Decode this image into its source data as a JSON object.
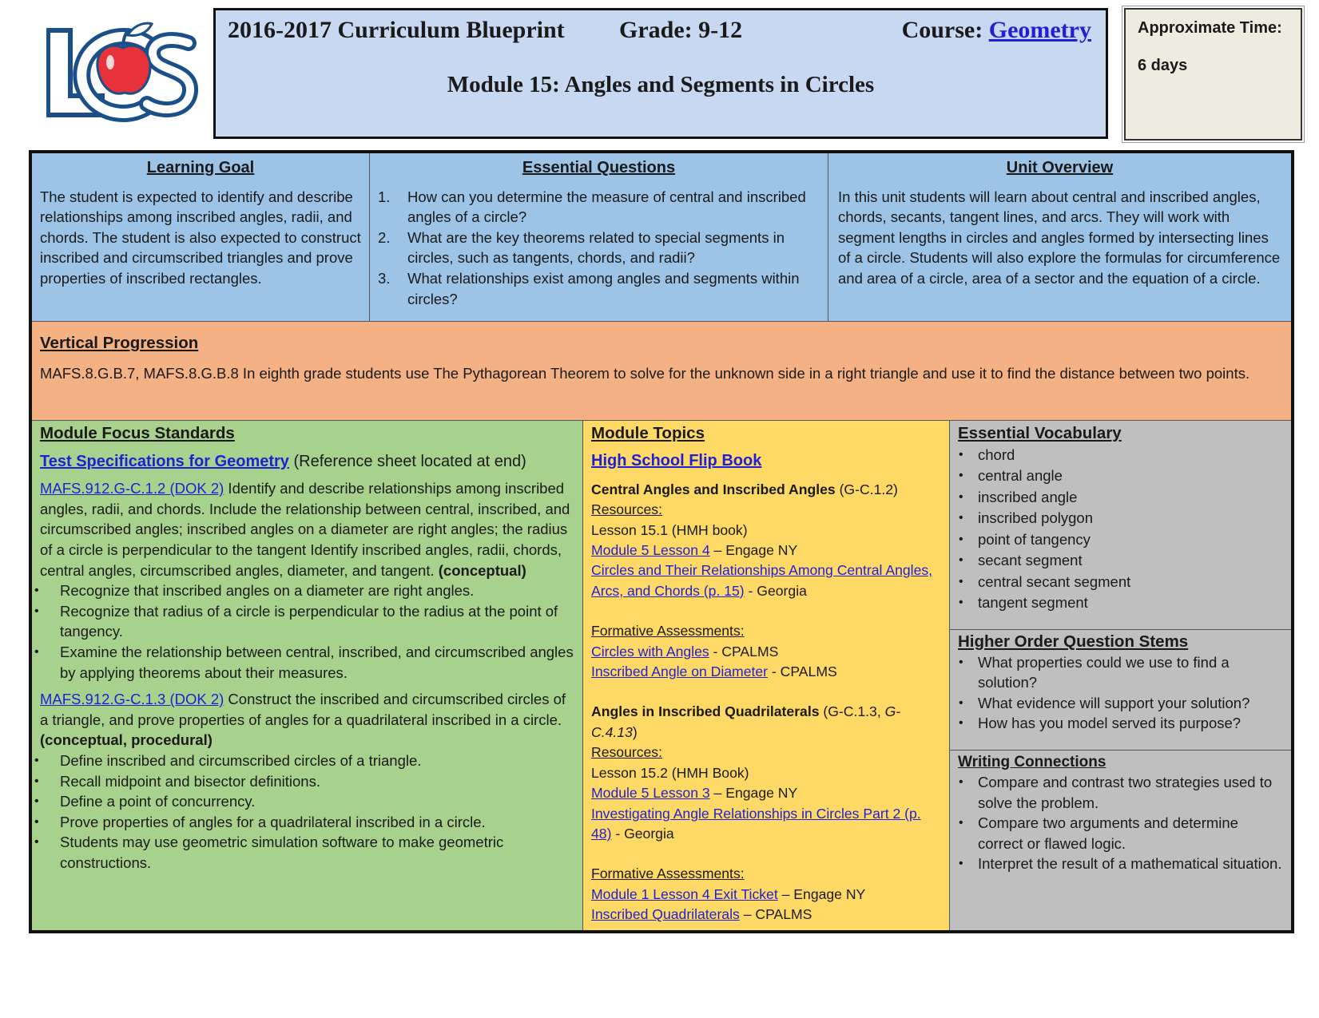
{
  "colors": {
    "header_bg": "#c6d9f1",
    "time_bg": "#eeece1",
    "top_row_bg": "#9dc3e6",
    "vertical_bg": "#f4b183",
    "focus_bg": "#a9d18e",
    "topics_bg": "#ffd966",
    "vocab_bg": "#bfbfbf",
    "link": "#1f1fd6",
    "logo_blue": "#1b4f8a",
    "apple_red": "#e8323a"
  },
  "header": {
    "title": "2016-2017 Curriculum Blueprint",
    "grade": "Grade: 9-12",
    "course_label": "Course:",
    "course_link": "Geometry",
    "module": "Module 15: Angles and Segments in Circles"
  },
  "time": {
    "label": "Approximate Time:",
    "value": "6 days"
  },
  "learning_goal": {
    "title": "Learning Goal",
    "text": "The student is expected to identify and describe relationships among inscribed angles, radii, and chords. The student is also expected to construct inscribed and circumscribed triangles and prove properties of inscribed rectangles."
  },
  "essential_questions": {
    "title": "Essential Questions",
    "items": [
      {
        "num": "1.",
        "text": "How can you determine the measure of central and inscribed angles of a circle?"
      },
      {
        "num": "2.",
        "text": "What are the key theorems related to special segments in circles, such as tangents, chords, and radii?"
      },
      {
        "num": "3.",
        "text": "What relationships exist among angles and segments within circles?"
      }
    ]
  },
  "unit_overview": {
    "title": "Unit Overview",
    "text": "In this unit students will learn about central and inscribed angles, chords, secants, tangent lines, and arcs. They will work with segment lengths in circles and angles formed by intersecting lines of a circle. Students will also explore the formulas for circumference and area of a circle, area of a sector and the equation of a circle."
  },
  "vertical": {
    "title": "Vertical Progression",
    "text": "MAFS.8.G.B.7, MAFS.8.G.B.8 In eighth grade students use The Pythagorean Theorem to solve for the unknown side in a right triangle and use it to find the distance between two points."
  },
  "focus": {
    "title": "Module Focus Standards",
    "test_spec_link": "Test Specifications for Geometry",
    "test_spec_note": "(Reference sheet located at end)",
    "std1_link": "MAFS.912.G-C.1.2 (DOK 2)",
    "std1_text": " Identify and describe relationships among inscribed angles, radii, and chords. Include the relationship between central, inscribed, and circumscribed angles; inscribed angles on a diameter are right angles; the radius of a circle is perpendicular to the tangent Identify inscribed angles, radii, chords, central angles, circumscribed angles, diameter, and tangent. ",
    "std1_tag": "(conceptual)",
    "std1_bullets": [
      "Recognize that inscribed angles on a diameter are right angles.",
      "Recognize that radius of a circle is perpendicular to the radius at the point of tangency.",
      "Examine the relationship between central, inscribed, and circumscribed angles by applying theorems about their measures."
    ],
    "std2_link": "MAFS.912.G-C.1.3 (DOK 2)",
    "std2_text": " Construct the inscribed and circumscribed circles of a triangle, and prove properties of angles for a quadrilateral inscribed in a circle. ",
    "std2_tag": "(conceptual, procedural)",
    "std2_bullets": [
      "Define inscribed and circumscribed circles of a triangle.",
      "Recall midpoint and bisector definitions.",
      "Define a point of concurrency.",
      "Prove properties of angles for a quadrilateral inscribed in a circle.",
      "Students may use geometric simulation software to make geometric constructions."
    ]
  },
  "topics": {
    "title": "Module Topics",
    "flip_link": "High School Flip Book",
    "t1_title": "Central Angles and Inscribed Angles",
    "t1_code": " (G-C.1.2)",
    "resources_label": "Resources:",
    "t1_lesson": "Lesson 15.1 (HMH book)",
    "t1_r1_link": "Module 5 Lesson 4",
    "t1_r1_src": " – Engage NY",
    "t1_r2_link": "Circles and Their Relationships Among Central Angles, Arcs, and Chords (p. 15)",
    "t1_r2_src": " - Georgia",
    "formative_label": "Formative Assessments:",
    "t1_f1_link": "Circles with Angles",
    "t1_f1_src": " - CPALMS",
    "t1_f2_link": "Inscribed Angle on Diameter",
    "t1_f2_src": " - CPALMS",
    "t2_title": "Angles in Inscribed Quadrilaterals",
    "t2_code_a": " (G-C.1.3, ",
    "t2_code_b": "G-C.4.13",
    "t2_code_c": ")",
    "t2_lesson": "Lesson 15.2 (HMH Book)",
    "t2_r1_link": "Module 5 Lesson 3",
    "t2_r1_src": " – Engage NY",
    "t2_r2_link": "Investigating Angle Relationships in Circles Part 2 (p. 48)",
    "t2_r2_src": " - Georgia",
    "t2_f1_link": "Module 1 Lesson 4 Exit Ticket",
    "t2_f1_src": " – Engage NY",
    "t2_f2_link": "Inscribed Quadrilaterals",
    "t2_f2_src": " – CPALMS"
  },
  "vocab": {
    "title": "Essential Vocabulary",
    "items": [
      "chord",
      "central angle",
      "inscribed angle",
      "inscribed polygon",
      "point of tangency",
      "secant segment",
      "central secant segment",
      "tangent segment"
    ]
  },
  "hoq": {
    "title": "Higher Order Question Stems",
    "items": [
      "What properties could we use to find a solution?",
      "What evidence will support your solution?",
      "How has you model served its purpose?"
    ]
  },
  "writing": {
    "title": "Writing Connections",
    "items": [
      "Compare and contrast two strategies used to solve the problem.",
      "Compare two arguments and determine correct or flawed logic.",
      "Interpret the result of a mathematical situation."
    ]
  },
  "bullet_char": "•"
}
